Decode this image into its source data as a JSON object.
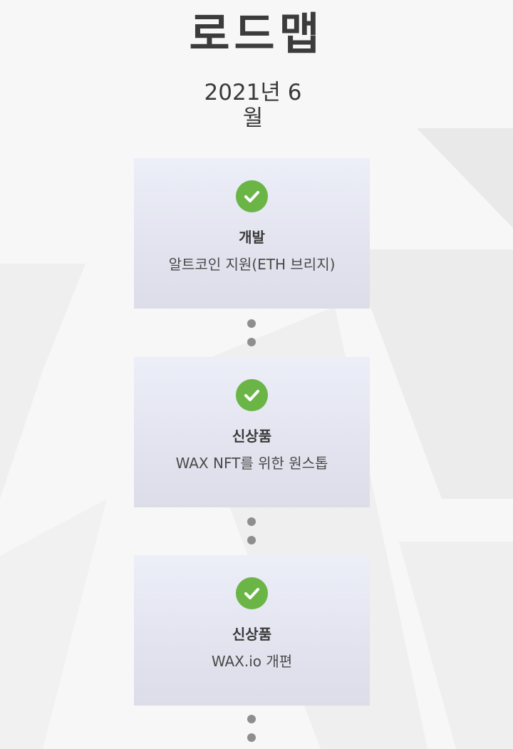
{
  "roadmap": {
    "title": "로드맵",
    "date_line1": "2021년 6",
    "date_line2": "월",
    "items": [
      {
        "status_icon": "check-circle-icon",
        "category": "개발",
        "description": "알트코인 지원(ETH 브리지)"
      },
      {
        "status_icon": "check-circle-icon",
        "category": "신상품",
        "description": "WAX NFT를 위한 원스톱"
      },
      {
        "status_icon": "check-circle-icon",
        "category": "신상품",
        "description": "WAX.io 개편"
      }
    ]
  },
  "colors": {
    "check_green": "#6bb547",
    "card_background": "#e6e7f1",
    "connector_dot": "#8e8e8e"
  }
}
